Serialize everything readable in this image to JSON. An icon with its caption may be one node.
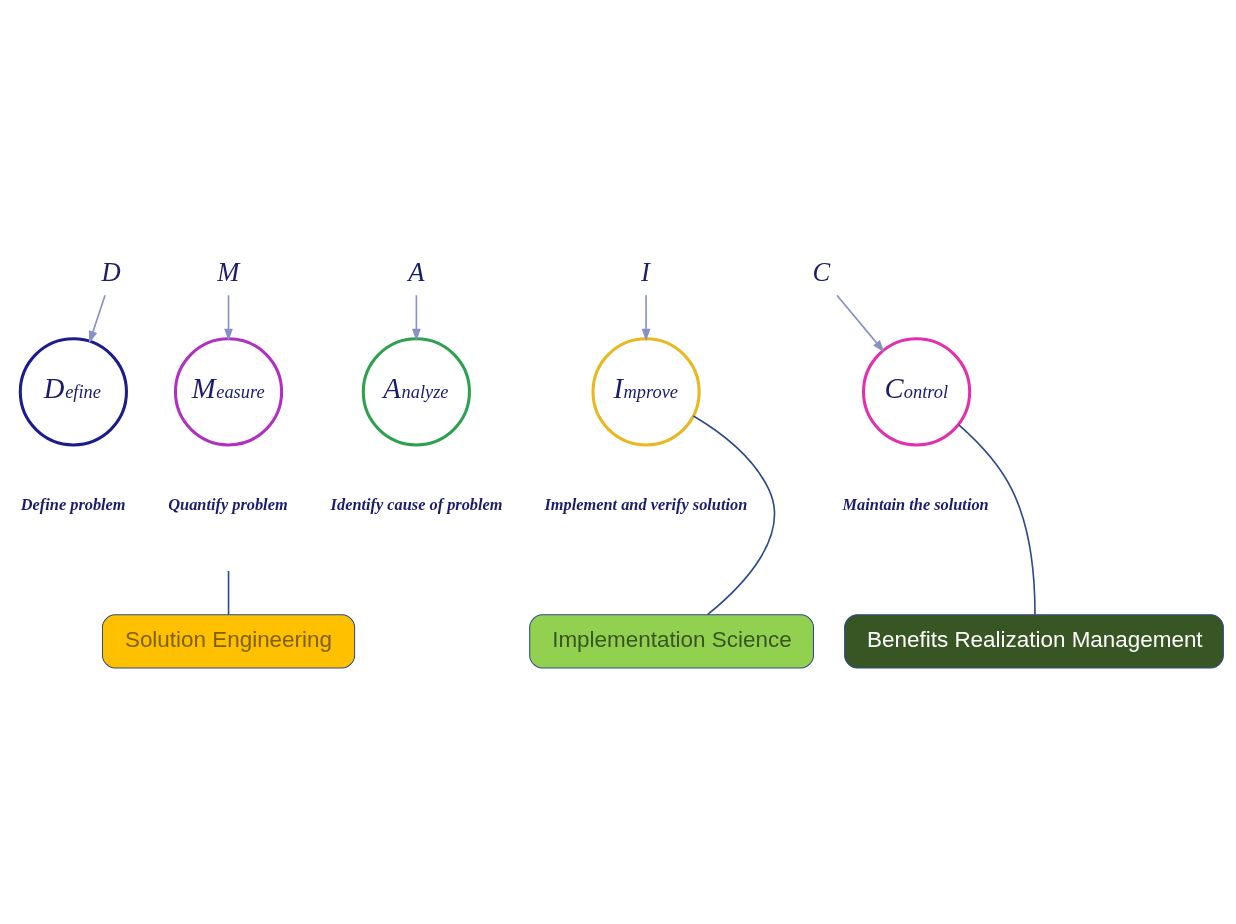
{
  "diagram": {
    "nodes": [
      {
        "text": [
          "D"
        ]
      },
      {
        "text": [
          "M"
        ]
      },
      {
        "text": [
          "A"
        ]
      },
      {
        "text": [
          "I"
        ]
      },
      {
        "text": [
          "C"
        ]
      },
      {
        "text": [
          "Define"
        ],
        "beside": [
          "Define problem"
        ]
      },
      {
        "text": [
          "Measure"
        ],
        "beside": [
          "Quantify problem"
        ]
      },
      {
        "text": [
          "Analyze"
        ],
        "beside": [
          "Identify cause of problem"
        ]
      },
      {
        "text": [
          "Improve"
        ],
        "beside": [
          "Implement and verify solution"
        ]
      },
      {
        "text": [
          "Control"
        ],
        "beside": [
          "Maintain the solution"
        ]
      },
      {
        "text": [
          "Solution Engineering"
        ]
      },
      {
        "text": [
          "Implementation Science"
        ]
      },
      {
        "text": [
          "Benefits Realization Management"
        ]
      }
    ],
    "edges": [
      {
        "from": 0,
        "to": 5,
        "arrow": "to"
      },
      {
        "from": 1,
        "to": 6,
        "arrow": "to"
      },
      {
        "from": 2,
        "to": 7,
        "arrow": "to"
      },
      {
        "from": 3,
        "to": 8,
        "arrow": "to"
      },
      {
        "from": 4,
        "to": 9,
        "arrow": "to"
      },
      {
        "from": 10,
        "to": null,
        "arrow": "none"
      },
      {
        "from": 11,
        "to": 8,
        "arrow": "none"
      },
      {
        "from": 12,
        "to": 9,
        "arrow": "none"
      }
    ]
  }
}
